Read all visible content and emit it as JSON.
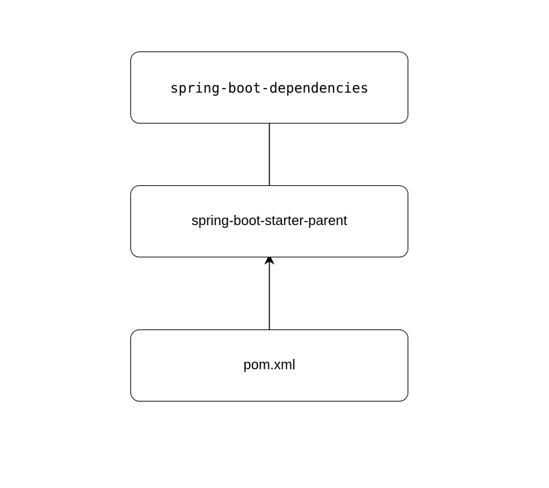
{
  "diagram": {
    "nodes": {
      "dependencies": {
        "label": "spring-boot-dependencies"
      },
      "starter_parent": {
        "label": "spring-boot-starter-parent"
      },
      "pom": {
        "label": "pom.xml"
      }
    },
    "edges": [
      {
        "from": "starter_parent",
        "to": "dependencies",
        "style": "line"
      },
      {
        "from": "pom",
        "to": "starter_parent",
        "style": "arrow"
      }
    ],
    "colors": {
      "stroke": "#000000",
      "background": "#ffffff"
    }
  }
}
